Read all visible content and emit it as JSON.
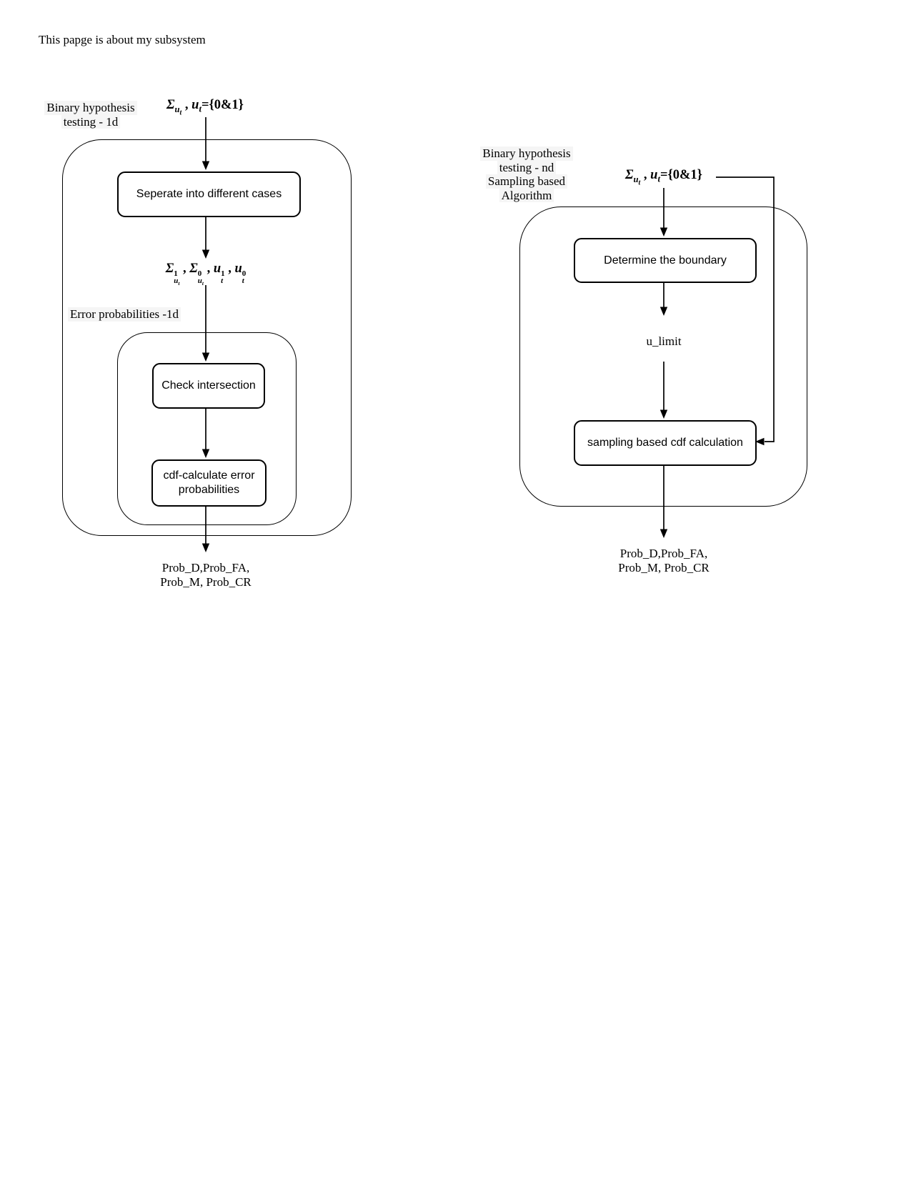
{
  "page": {
    "title": "This papge is about my subsystem"
  },
  "left_flow": {
    "title_lines": [
      "Binary hypothesis",
      "testing - 1d"
    ],
    "input_formula_html": "<i>Σ<sub>u<sub>t</sub></sub></i> , <i>u<sub>t</sub></i>={0&amp;1}",
    "box_separate": "Seperate into different cases",
    "mid_formula_html": "<i>Σ</i><span class='sc'><span>1</span><span><i>u<sub>t</sub></i></span></span> , <i>Σ</i><span class='sc'><span>0</span><span><i>u<sub>t</sub></i></span></span> , <i>u</i><span class='sc'><span>1</span><span><i>t</i></span></span> , <i>u</i><span class='sc'><span>0</span><span><i>t</i></span></span>",
    "error_label": "Error probabilities -1d",
    "box_check": "Check intersection",
    "box_cdf": "cdf-calculate error probabilities",
    "output_lines": [
      "Prob_D,Prob_FA,",
      "Prob_M, Prob_CR"
    ]
  },
  "right_flow": {
    "title_lines": [
      "Binary hypothesis",
      "testing - nd",
      "Sampling based",
      "Algorithm"
    ],
    "input_formula_html": "<i>Σ<sub>u<sub>t</sub></sub></i> , <i>u<sub>t</sub></i>={0&amp;1}",
    "box_boundary": "Determine the boundary",
    "u_limit_label": "u_limit",
    "box_sampling": "sampling based cdf calculation",
    "output_lines": [
      "Prob_D,Prob_FA,",
      "Prob_M, Prob_CR"
    ]
  },
  "colors": {
    "stroke": "#000000",
    "text": "#000000",
    "background": "#ffffff",
    "label_background": "#f5f5f5"
  }
}
